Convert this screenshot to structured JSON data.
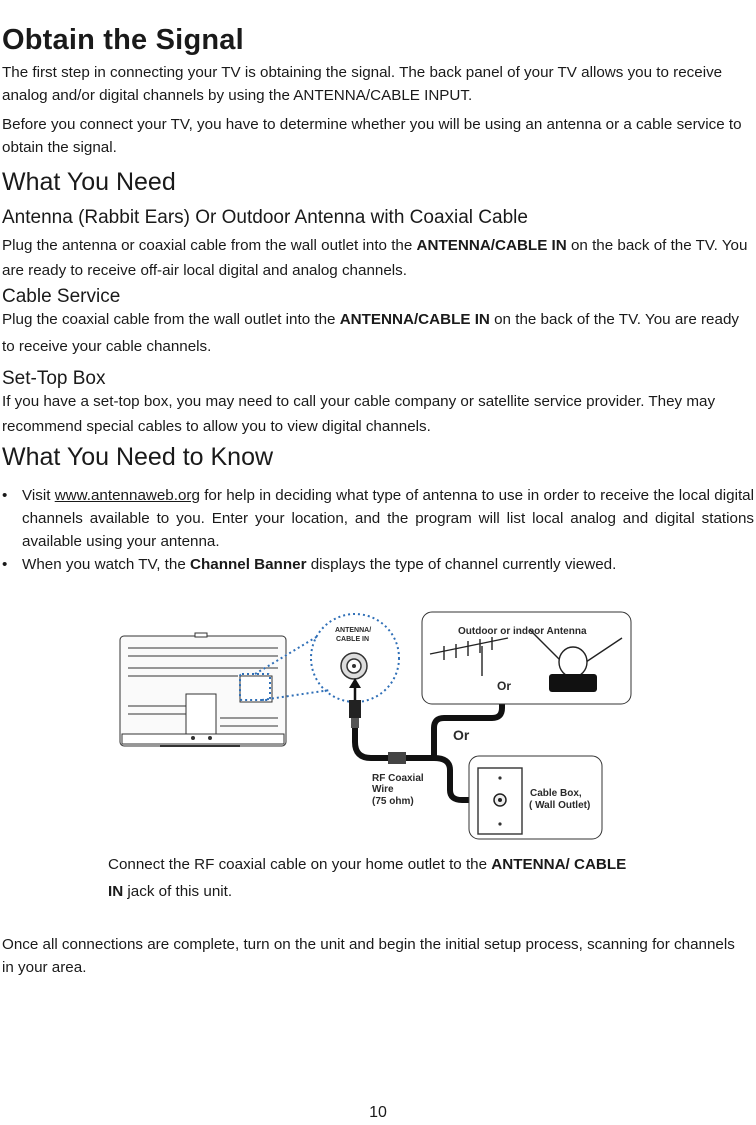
{
  "title": "Obtain the Signal",
  "intro": {
    "p1": "The first step in connecting your TV is obtaining the signal. The back panel of your TV allows you to receive analog and/or digital channels by using the ANTENNA/CABLE INPUT.",
    "p2": "Before you connect your TV, you have to determine whether you will be using an antenna or a cable service to obtain the signal."
  },
  "need": {
    "heading": "What You Need",
    "antenna": {
      "heading": "Antenna (Rabbit Ears) Or Outdoor Antenna with Coaxial Cable",
      "pre": "Plug the antenna or coaxial cable from the wall outlet into the ",
      "bold": "ANTENNA/CABLE IN",
      "post": " on the back of the TV. You are ready to receive off-air local digital and analog channels."
    },
    "cable": {
      "heading": "Cable Service",
      "pre": "Plug the coaxial cable from the wall outlet into the ",
      "bold": "ANTENNA/CABLE IN",
      "post": " on the back of the TV.  You are ready to receive your cable channels."
    },
    "settop": {
      "heading": "Set-Top Box",
      "text": "If you have a set-top box, you may need to call your cable company or satellite service provider. They may recommend special cables to allow you to view digital channels."
    }
  },
  "know": {
    "heading": "What You Need to Know",
    "bullet_char": "•",
    "b1_pre": "Visit ",
    "b1_link": "www.antennaweb.org",
    "b1_post": " for help in deciding what type of antenna to use in order to receive the local digital channels available to you. Enter your location, and the program will list local analog and digital stations available using your antenna.",
    "b2_pre": "When you watch TV, the ",
    "b2_bold": "Channel Banner",
    "b2_post": " displays the type of channel currently viewed."
  },
  "diagram": {
    "port_label_1": "ANTENNA/",
    "port_label_2": "CABLE IN",
    "antenna_box_title": "Outdoor or indoor Antenna",
    "or_inner": "Or",
    "or_outer": "Or",
    "wire_label_1": "RF Coaxial",
    "wire_label_2": "Wire",
    "wire_label_3": "(75 ohm)",
    "outlet_label_1": "Cable Box,",
    "outlet_label_2": "( Wall Outlet)"
  },
  "caption": {
    "pre": "Connect the RF coaxial cable on your home outlet to the ",
    "bold": "ANTENNA/ CABLE IN",
    "post": " jack of this unit."
  },
  "closing": "Once all connections are complete, turn on the unit and begin the initial setup process, scanning for channels in your area.",
  "page_number": "10"
}
